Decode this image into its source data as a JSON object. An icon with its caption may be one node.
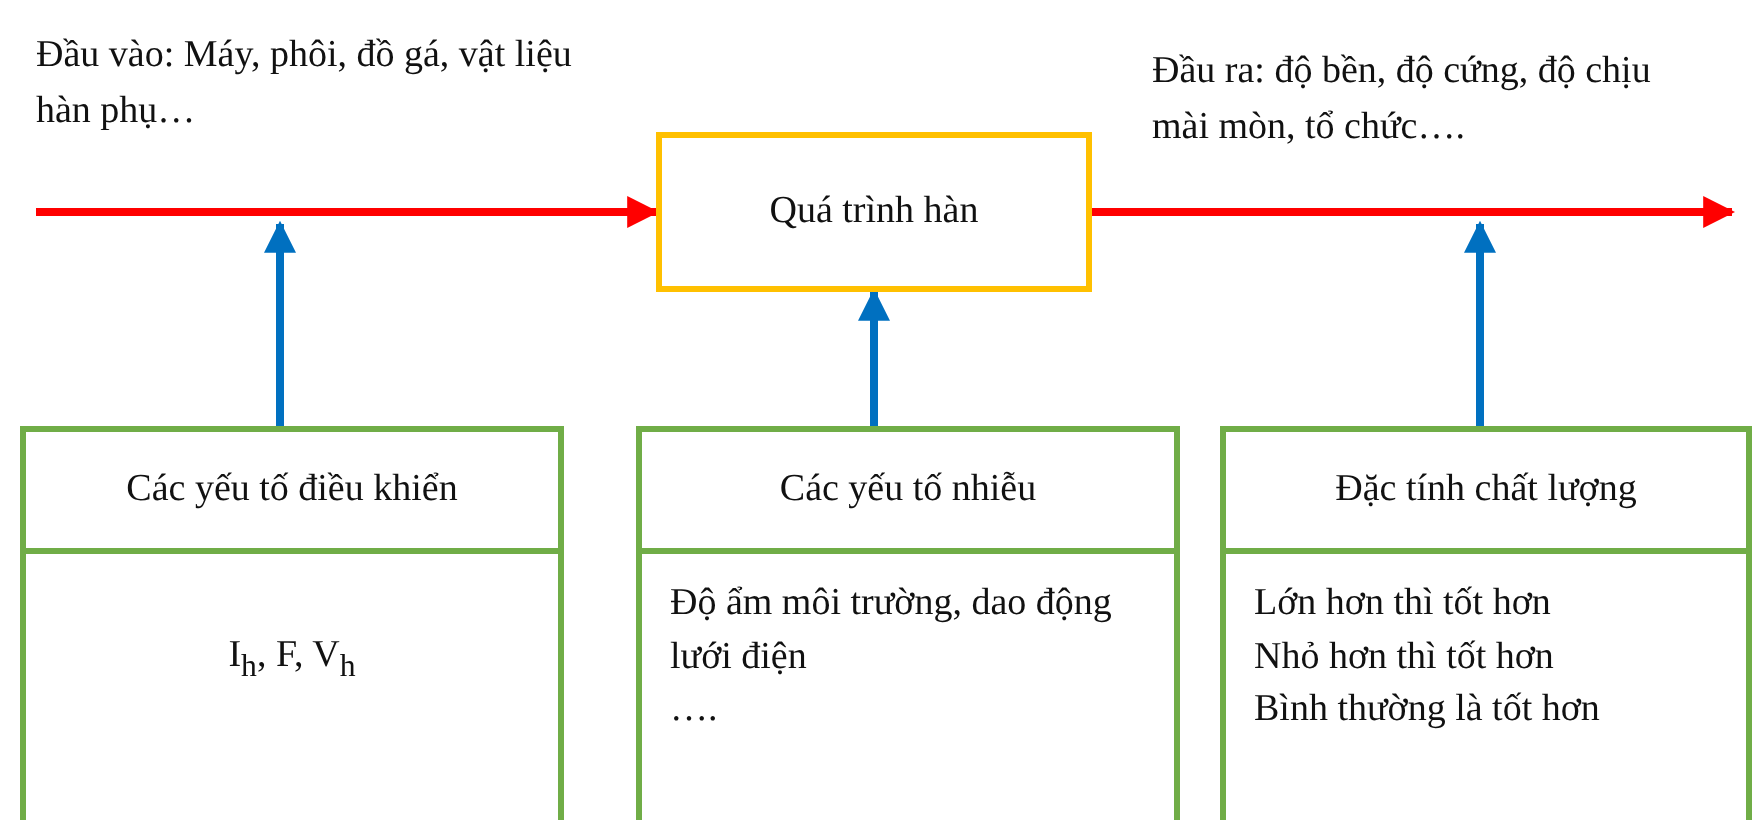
{
  "diagram": {
    "nodes": [
      {
        "text": [
          "Quá trình hàn"
        ]
      },
      {
        "text": [
          "Các yếu tố điều khiển",
          "I$_{h}$, F, V$_{h}$"
        ]
      },
      {
        "text": [
          "Các yếu tố nhiễu",
          "Độ ẩm môi trường, dao động lưới điện",
          "…."
        ]
      },
      {
        "text": [
          "Đặc tính chất lượng",
          "Lớn hơn thì tốt hơn",
          "Nhỏ hơn thì tốt hơn",
          "Bình thường là tốt hơn"
        ]
      }
    ],
    "edges": [
      {
        "from": null,
        "to": 0,
        "arrow": "to",
        "label": "Đầu vào: Máy, phôi, đồ gá, vật liệu hàn phụ…",
        "color": "#ff0000"
      },
      {
        "from": 0,
        "to": null,
        "arrow": "to",
        "label": "Đầu ra: độ bền, độ cứng, độ chịu mài mòn, tổ chức….",
        "color": "#ff0000"
      },
      {
        "from": 1,
        "to": null,
        "arrow": "to"
      },
      {
        "from": 2,
        "to": 0,
        "arrow": "to"
      },
      {
        "from": 3,
        "to": null,
        "arrow": "to"
      }
    ]
  }
}
